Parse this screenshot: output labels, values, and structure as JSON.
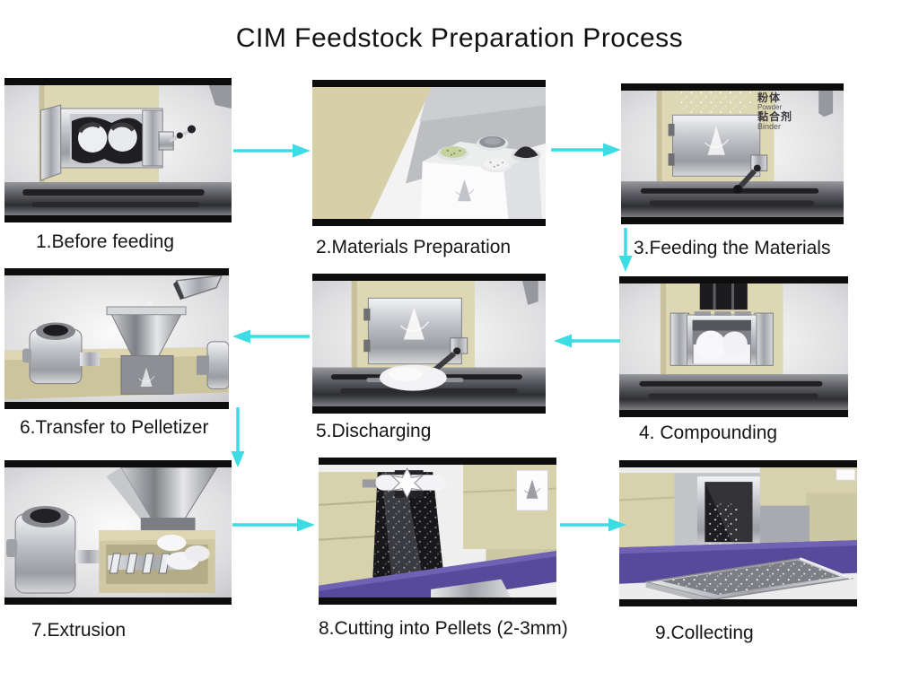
{
  "title": "CIM Feedstock Preparation Process",
  "steps": [
    {
      "label": "1.Before feeding",
      "image": "open kneader chamber with twin rotors and lever"
    },
    {
      "label": "2.Materials Preparation",
      "image": "white stand with four dishes of raw materials"
    },
    {
      "label": "3.Feeding the Materials",
      "image": "powder pouring into closed mixer door"
    },
    {
      "label": "4. Compounding",
      "image": "white compound kneaded inside open chamber"
    },
    {
      "label": "5.Discharging",
      "image": "white compound lump discharged onto table"
    },
    {
      "label": "6.Transfer to Pelletizer",
      "image": "strands fed into pelletizer hopper"
    },
    {
      "label": "7.Extrusion",
      "image": "cutaway extruder screw pushing material"
    },
    {
      "label": "8.Cutting into Pellets (2-3mm)",
      "image": "rotary cutter slicing extrudate into pellets"
    },
    {
      "label": "9.Collecting",
      "image": "pellets falling into steel tray on conveyor"
    }
  ],
  "feeding_annotation": {
    "powder_cn": "粉体",
    "powder_en": "Powder",
    "binder_cn": "黏合剂",
    "binder_en": "Binder"
  },
  "arrows": [
    {
      "from": 1,
      "to": 2,
      "dir": "right"
    },
    {
      "from": 2,
      "to": 3,
      "dir": "right"
    },
    {
      "from": 3,
      "to": 4,
      "dir": "down"
    },
    {
      "from": 4,
      "to": 5,
      "dir": "left"
    },
    {
      "from": 5,
      "to": 6,
      "dir": "left"
    },
    {
      "from": 6,
      "to": 7,
      "dir": "down"
    },
    {
      "from": 7,
      "to": 8,
      "dir": "right"
    },
    {
      "from": 8,
      "to": 9,
      "dir": "right"
    }
  ],
  "colors": {
    "arrow": "#3cdce4",
    "conveyor_purple": "#584a9b",
    "machine_khaki": "#d8d2ac",
    "wall_beige": "#ded7b4",
    "letterbox": "#0d0d0d"
  }
}
